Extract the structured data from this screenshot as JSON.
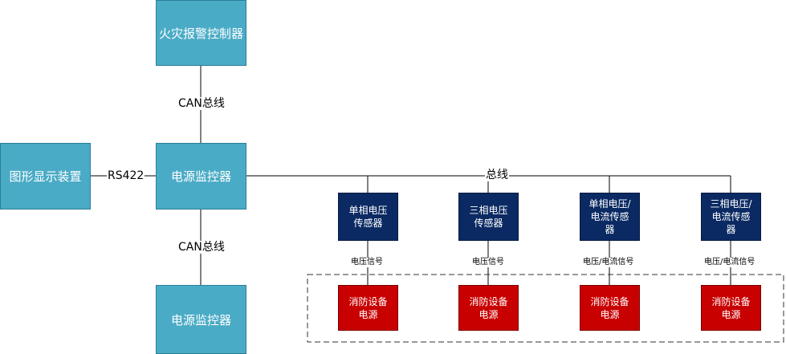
{
  "nodes": {
    "fire_controller": "火灾报警控制器",
    "graphic_display": "图形显示装置",
    "power_monitor_main": "电源监控器",
    "power_monitor_sub": "电源监控器",
    "sensor_1": "单相电压\n传感器",
    "sensor_2": "三相电压\n传感器",
    "sensor_3": "单相电压/\n电流传感\n器",
    "sensor_4": "三相电压/\n电流传感\n器",
    "power_1": "消防设备\n电源",
    "power_2": "消防设备\n电源",
    "power_3": "消防设备\n电源",
    "power_4": "消防设备\n电源"
  },
  "edge_labels": {
    "can_top": "CAN总线",
    "rs422": "RS422",
    "can_bottom": "CAN总线",
    "bus": "总线",
    "signal_1": "电压信号",
    "signal_2": "电压信号",
    "signal_3": "电压/电流信号",
    "signal_4": "电压/电流信号"
  },
  "colors": {
    "teal": "#4aabc6",
    "navy": "#0b2a63",
    "red": "#c80000"
  }
}
